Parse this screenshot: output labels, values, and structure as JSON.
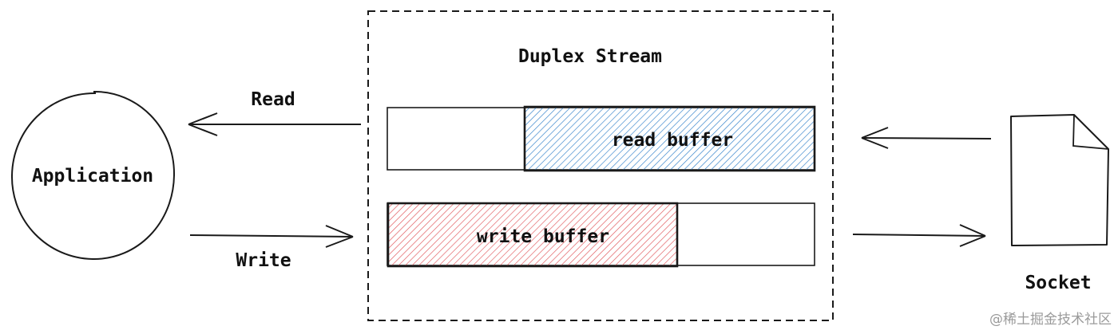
{
  "diagram": {
    "title": "Duplex Stream",
    "application_label": "Application",
    "socket_label": "Socket",
    "read_label": "Read",
    "write_label": "Write",
    "read_buffer_label": "read buffer",
    "write_buffer_label": "write buffer",
    "watermark": "@稀土掘金技术社区"
  },
  "colors": {
    "read_buffer_hatch": "#2f7fc9",
    "write_buffer_hatch": "#e0555a",
    "stroke": "#1a1a1a"
  }
}
